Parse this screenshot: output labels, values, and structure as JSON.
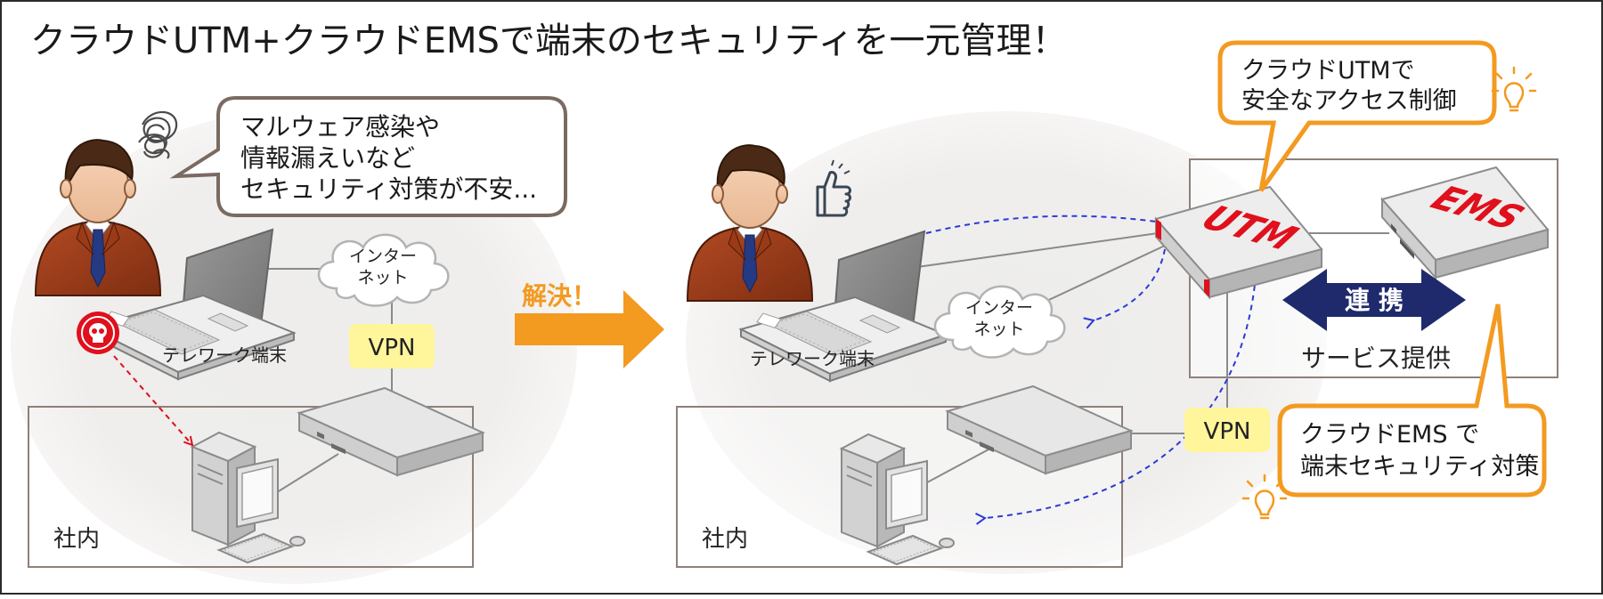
{
  "title": "クラウドUTM+クラウドEMSで端末のセキュリティを一元管理！",
  "colors": {
    "orange": "#F39A21",
    "yellow": "#FFF59A",
    "navy": "#1E2A6B",
    "red": "#E0101C",
    "blue_dash": "#2A3BD6",
    "grey_bg": "#EEEDEC",
    "box_border": "#8F8079"
  },
  "left": {
    "worry_bubble": [
      "マルウェア感染や",
      "情報漏えいなど",
      "セキュリティ対策が不安..."
    ],
    "terminal_label": "テレワーク端末",
    "internet_label": [
      "インター",
      "ネット"
    ],
    "vpn_label": "VPN",
    "office_label": "社内",
    "icons": [
      "worry-scribble-icon",
      "skull-malware-icon",
      "person-icon",
      "laptop-icon",
      "router-icon",
      "desktop-pc-icon"
    ]
  },
  "arrow": {
    "label": "解決！"
  },
  "right": {
    "terminal_label": "テレワーク端末",
    "internet_label": [
      "インター",
      "ネット"
    ],
    "vpn_label": "VPN",
    "office_label": "社内",
    "utm_device_label": "UTM",
    "ems_device_label": "EMS",
    "link_label": "連 携",
    "service_label": "サービス提供",
    "utm_callout": [
      "クラウドUTMで",
      "安全なアクセス制御"
    ],
    "ems_callout": [
      "クラウドEMS で",
      "端末セキュリティ対策"
    ],
    "icons": [
      "thumbs-up-icon",
      "lightbulb-icon",
      "person-icon",
      "laptop-icon",
      "router-icon",
      "desktop-pc-icon"
    ]
  }
}
